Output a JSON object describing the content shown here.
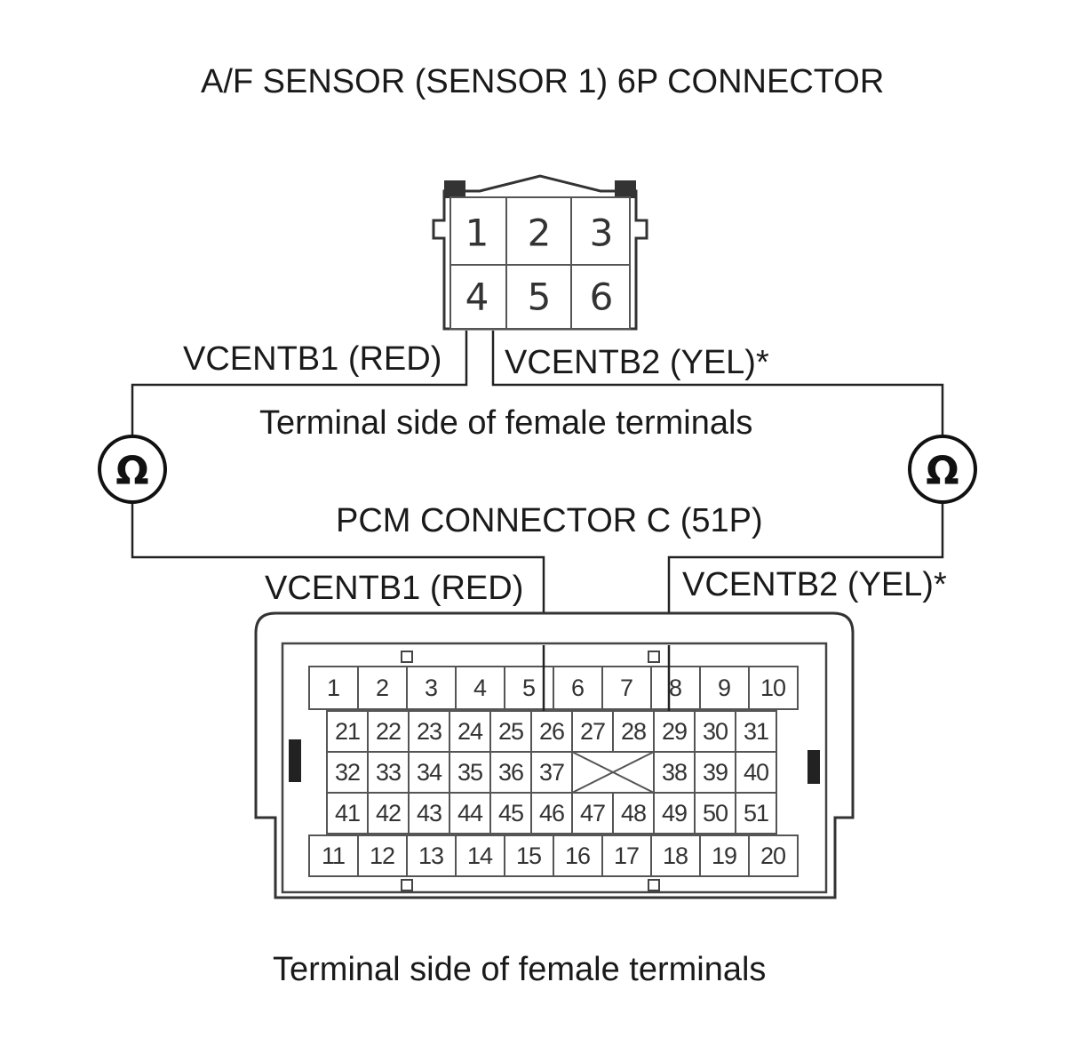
{
  "sensor_connector": {
    "title": "A/F SENSOR (SENSOR 1) 6P CONNECTOR",
    "subtitle": "Terminal side of female terminals",
    "pins": [
      "1",
      "2",
      "3",
      "4",
      "5",
      "6"
    ]
  },
  "pcm_connector": {
    "title": "PCM CONNECTOR C (51P)",
    "subtitle": "Terminal side of female terminals",
    "row1": [
      "1",
      "2",
      "3",
      "4",
      "5",
      "6",
      "7",
      "8",
      "9",
      "10"
    ],
    "row2": [
      "21",
      "22",
      "23",
      "24",
      "25",
      "26",
      "27",
      "28",
      "29",
      "30",
      "31"
    ],
    "row3_left": [
      "32",
      "33",
      "34",
      "35",
      "36",
      "37"
    ],
    "row3_right": [
      "38",
      "39",
      "40"
    ],
    "row4": [
      "41",
      "42",
      "43",
      "44",
      "45",
      "46",
      "47",
      "48",
      "49",
      "50",
      "51"
    ],
    "row5": [
      "11",
      "12",
      "13",
      "14",
      "15",
      "16",
      "17",
      "18",
      "19",
      "20"
    ]
  },
  "wires": {
    "sensor_left": "VCENTB1 (RED)",
    "sensor_right": "VCENTB2 (YEL)*",
    "pcm_left": "VCENTB1 (RED)",
    "pcm_right": "VCENTB2 (YEL)*"
  },
  "meters": {
    "left_symbol": "Ω",
    "right_symbol": "Ω"
  }
}
